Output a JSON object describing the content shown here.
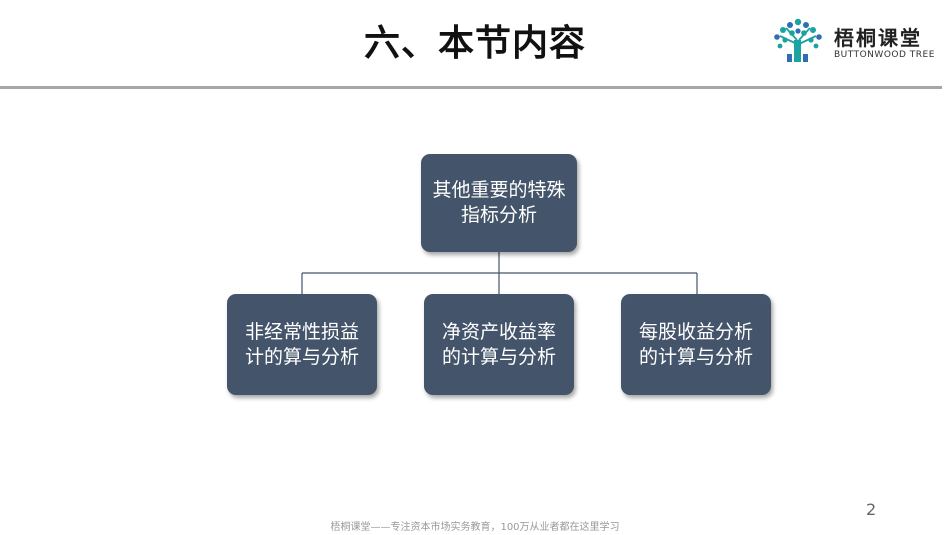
{
  "header": {
    "title": "六、本节内容",
    "logo": {
      "name_cn": "梧桐课堂",
      "name_en": "BUTTONWOOD TREE",
      "colors": {
        "teal": "#1aa3a0",
        "blue": "#2f6db5"
      }
    }
  },
  "diagram": {
    "root": {
      "lines": [
        "其他重要的特殊",
        "指标分析"
      ]
    },
    "children": [
      {
        "lines": [
          "非经常性损益",
          "计的算与分析"
        ]
      },
      {
        "lines": [
          "净资产收益率",
          "的计算与分析"
        ]
      },
      {
        "lines": [
          "每股收益分析",
          "的计算与分析"
        ]
      }
    ],
    "colors": {
      "node_fill": "#44546a",
      "node_text": "#ffffff",
      "connector": "#44546a"
    }
  },
  "page_number": "2",
  "footer": "梧桐课堂——专注资本市场实务教育，100万从业者都在这里学习"
}
